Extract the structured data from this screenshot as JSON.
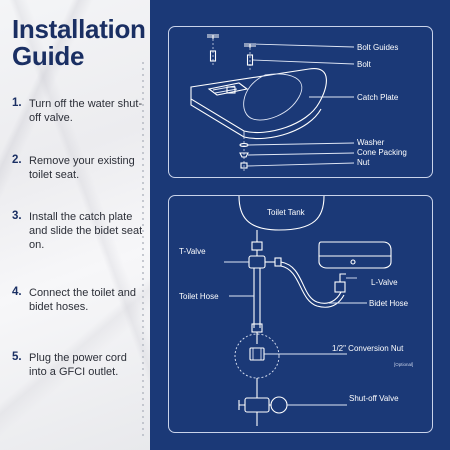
{
  "guide": {
    "title_line1": "Installation",
    "title_line2": "Guide",
    "steps": [
      {
        "number": "1.",
        "text": "Turn off the water shut-off valve."
      },
      {
        "number": "2.",
        "text": "Remove your existing toilet seat."
      },
      {
        "number": "3.",
        "text": "Install the catch plate and slide the bidet seat on."
      },
      {
        "number": "4.",
        "text": "Connect the toilet and bidet hoses."
      },
      {
        "number": "5.",
        "text": "Plug the power cord into a GFCI outlet."
      }
    ]
  },
  "diagram_top": {
    "labels": {
      "bolt_guides": "Bolt Guides",
      "bolt": "Bolt",
      "catch_plate": "Catch Plate",
      "washer": "Washer",
      "cone_packing": "Cone Packing",
      "nut": "Nut"
    }
  },
  "diagram_bottom": {
    "labels": {
      "toilet_tank": "Toilet Tank",
      "t_valve": "T-Valve",
      "l_valve": "L-Valve",
      "toilet_hose": "Toilet Hose",
      "bidet_hose": "Bidet Hose",
      "conversion_nut": "1/2\" Conversion Nut",
      "optional": "[Optional]",
      "shutoff_valve": "Shut-off Valve"
    }
  },
  "colors": {
    "title": "#1a2f63",
    "panel_bg": "#1b3977",
    "line": "#dfe6f5"
  }
}
